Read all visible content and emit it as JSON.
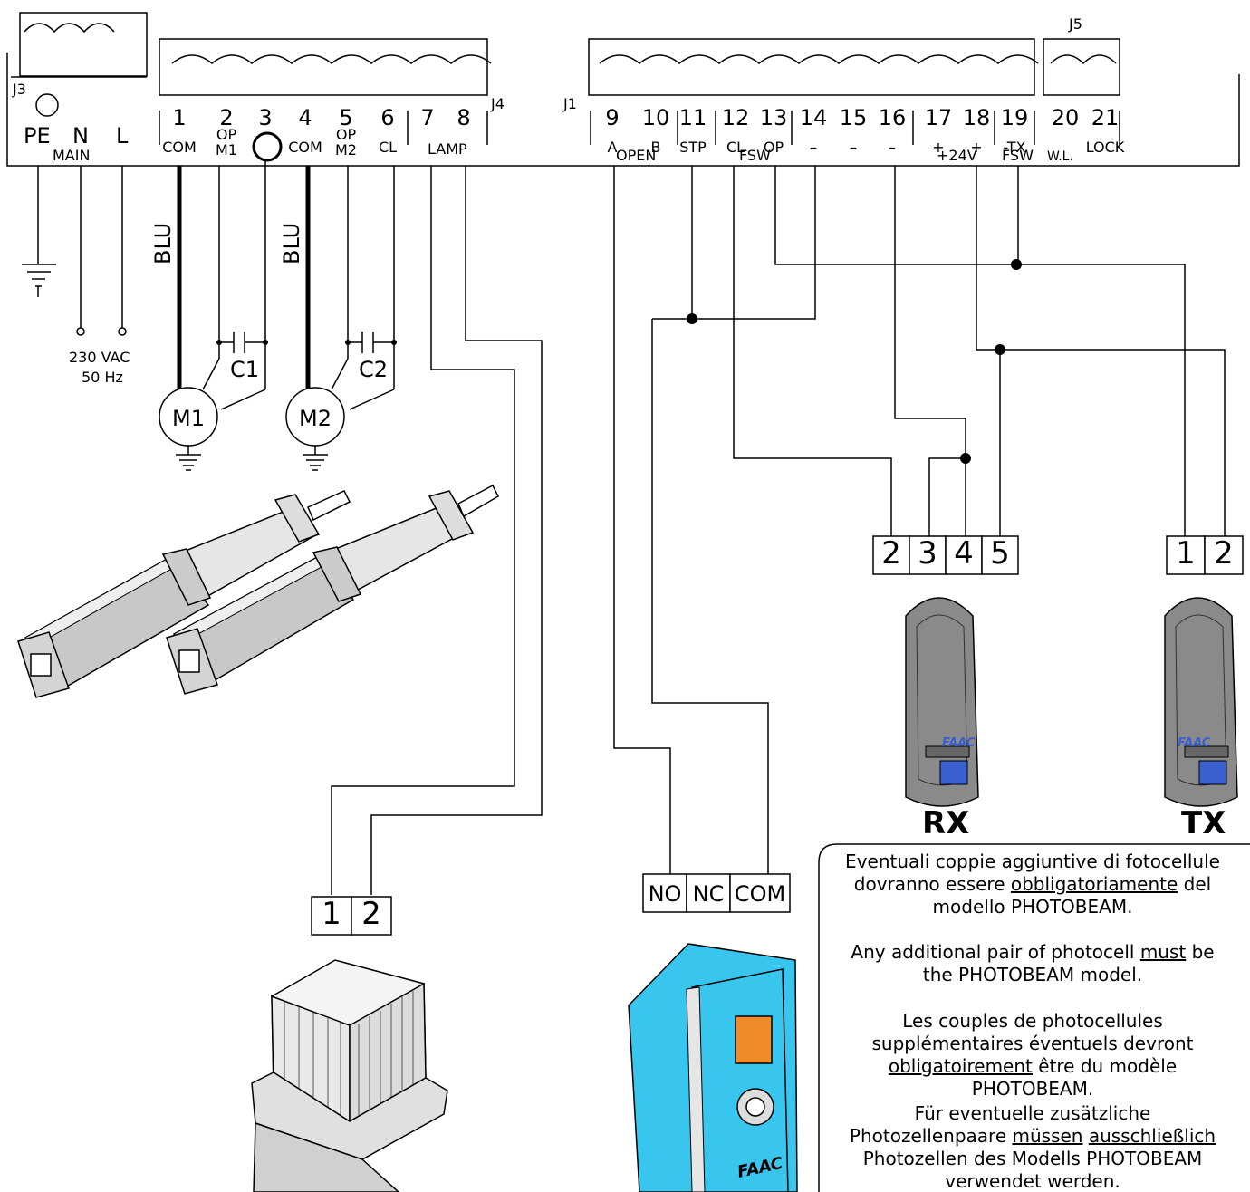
{
  "connectors": {
    "j3": "J3",
    "j4": "J4",
    "j1": "J1",
    "j5": "J5"
  },
  "mains": {
    "pe": "PE",
    "n": "N",
    "l": "L",
    "main": "MAIN",
    "voltage": "230 VAC",
    "freq": "50 Hz"
  },
  "terminals": [
    {
      "num": "1",
      "label": "COM"
    },
    {
      "num": "2",
      "label": "OP\nM1"
    },
    {
      "num": "3",
      "label": ""
    },
    {
      "num": "4",
      "label": "COM"
    },
    {
      "num": "5",
      "label": "OP\nM2"
    },
    {
      "num": "6",
      "label": "CL"
    },
    {
      "num": "7",
      "label": ""
    },
    {
      "num": "8",
      "label": ""
    },
    {
      "num": "9",
      "label": "A"
    },
    {
      "num": "10",
      "label": "B"
    },
    {
      "num": "11",
      "label": "STP"
    },
    {
      "num": "12",
      "label": "CL"
    },
    {
      "num": "13",
      "label": "OP"
    },
    {
      "num": "14",
      "label": "–"
    },
    {
      "num": "15",
      "label": "–"
    },
    {
      "num": "16",
      "label": "–"
    },
    {
      "num": "17",
      "label": "+"
    },
    {
      "num": "18",
      "label": "+"
    },
    {
      "num": "19",
      "label": "-TX"
    },
    {
      "num": "20",
      "label": ""
    },
    {
      "num": "21",
      "label": "LOCK"
    }
  ],
  "group_labels": {
    "lamp": "LAMP",
    "open": "OPEN",
    "fsw": "FSW",
    "v24": "+24V",
    "fsw2": "FSW",
    "wl": "W.L."
  },
  "wires": {
    "blu": "BLU"
  },
  "components": {
    "c1": "C1",
    "c2": "C2",
    "m1": "M1",
    "m2": "M2",
    "rx": "RX",
    "tx": "TX",
    "faac": "FAAC"
  },
  "rx_terminals": [
    "2",
    "3",
    "4",
    "5"
  ],
  "tx_terminals": [
    "1",
    "2"
  ],
  "lamp_terminals": [
    "1",
    "2"
  ],
  "key_terminals": [
    "NO",
    "NC",
    "COM"
  ],
  "note": {
    "it": [
      "Eventuali coppie aggiuntive di fotocellule",
      {
        "pre": "dovranno essere ",
        "u": "obbligatoriamente",
        "post": " del"
      },
      "modello PHOTOBEAM."
    ],
    "en": [
      {
        "pre": "Any additional pair of photocell ",
        "u": "must",
        "post": " be"
      },
      "the PHOTOBEAM model."
    ],
    "fr": [
      "Les couples de photocellules",
      "supplémentaires éventuels devront",
      {
        "pre": "",
        "u": "obligatoirement",
        "post": " être du modèle"
      },
      "PHOTOBEAM."
    ],
    "de": [
      "Für eventuelle zusätzliche",
      {
        "pre": "Photozellenpaare ",
        "u": "müssen",
        "mid": " ",
        "u2": "ausschließlich",
        "post": ""
      },
      "Photozellen des Modells PHOTOBEAM",
      "verwendet werden."
    ]
  },
  "colors": {
    "keyswitch": "#39c6ee",
    "keyswitch_window": "#f08a2a",
    "photocell": "#8a8a8a",
    "faac_logo": "#3a5fcf"
  }
}
